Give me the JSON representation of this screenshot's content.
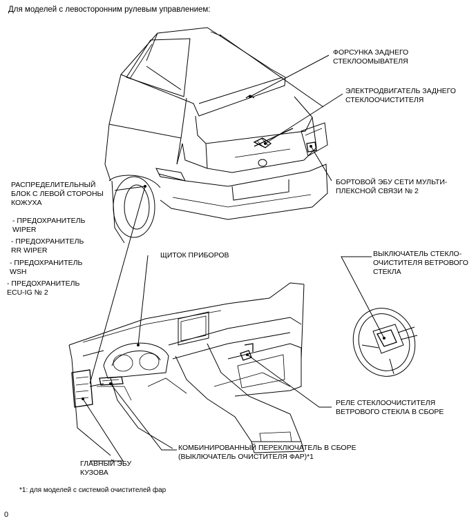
{
  "header": "Для моделей с левосторонним рулевым управлением:",
  "labels": {
    "rear_washer_nozzle": [
      "ФОРСУНКА ЗАДНЕГО",
      "СТЕКЛООМЫВАТЕЛЯ"
    ],
    "rear_wiper_motor": [
      "ЭЛЕКТРОДВИГАТЕЛЬ ЗАДНЕГО",
      "СТЕКЛООЧИСТИТЕЛЯ"
    ],
    "body_ecu_multiplex": [
      "БОРТОВОЙ ЭБУ СЕТИ МУЛЬТИ-",
      "ПЛЕКСНОЙ СВЯЗИ № 2"
    ],
    "cowl_junction_block": [
      "РАСПРЕДЕЛИТЕЛЬНЫЙ",
      "БЛОК С ЛЕВОЙ СТОРОНЫ",
      "КОЖУХА"
    ],
    "fuse_wiper": [
      "- ПРЕДОХРАНИТЕЛЬ",
      "WIPER"
    ],
    "fuse_rr_wiper": [
      "- ПРЕДОХРАНИТЕЛЬ",
      "RR WIPER"
    ],
    "fuse_wsh": [
      "- ПРЕДОХРАНИТЕЛЬ",
      "WSH"
    ],
    "fuse_ecu_ig": [
      "- ПРЕДОХРАНИТЕЛЬ",
      "ECU-IG № 2"
    ],
    "instrument_cluster": [
      "ЩИТОК ПРИБОРОВ"
    ],
    "windshield_wiper_switch": [
      "ВЫКЛЮЧАТЕЛЬ СТЕКЛО-",
      "ОЧИСТИТЕЛЯ ВЕТРОВОГО",
      "СТЕКЛА"
    ],
    "windshield_wiper_relay": [
      "РЕЛЕ СТЕКЛООЧИСТИТЕЛЯ",
      "ВЕТРОВОГО СТЕКЛА В СБОРЕ"
    ],
    "combination_switch": [
      "КОМБИНИРОВАННЫЙ ПЕРЕКЛЮЧАТЕЛЬ В СБОРЕ",
      "(ВЫКЛЮЧАТЕЛЬ ОЧИСТИТЕЛЯ ФАР)*1"
    ],
    "main_body_ecu": [
      "ГЛАВНЫЙ ЭБУ",
      "КУЗОВА"
    ]
  },
  "footnote": "*1: для моделей с системой очистителей фар",
  "page_marker": "0"
}
